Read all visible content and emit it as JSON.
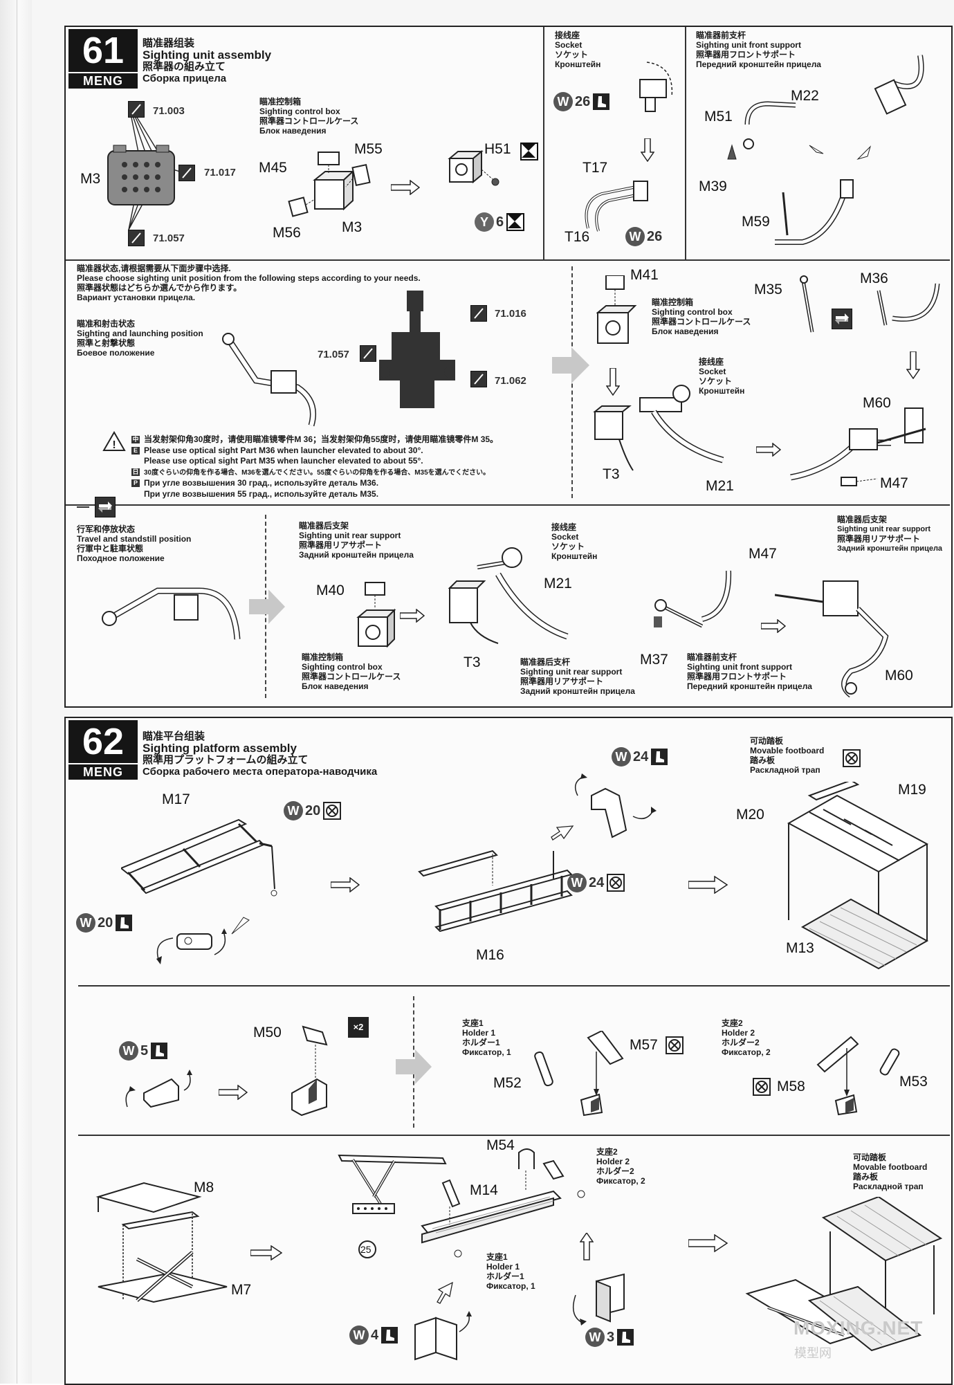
{
  "brand": "MENG",
  "steps": {
    "s61": {
      "number": "61",
      "title_zh": "瞄准器组装",
      "title_en": "Sighting unit assembly",
      "title_ja": "照準器の組み立て",
      "title_ru": "Сборка прицела",
      "refs": {
        "r1": "71.003",
        "r2": "71.017",
        "r3": "71.057"
      },
      "control_box": {
        "zh": "瞄准控制箱",
        "en": "Sighting control box",
        "ja": "照準器コントロールケース",
        "ru": "Блок наведения"
      },
      "socket": {
        "zh": "接线座",
        "en": "Socket",
        "ja": "ソケット",
        "ru": "Кронштейн"
      },
      "front_support": {
        "zh": "瞄准器前支杆",
        "en": "Sighting unit front support",
        "ja": "照準器用フロントサポート",
        "ru": "Передний кронштейн прицела"
      },
      "parts": {
        "m3": "M3",
        "m45": "M45",
        "m55": "M55",
        "m56": "M56",
        "m3b": "M3",
        "h51": "H51",
        "t17": "T17",
        "t16": "T16",
        "m51": "M51",
        "m22": "M22",
        "m39": "M39",
        "m59": "M59"
      },
      "glue": {
        "w26a": "26",
        "w26b": "26",
        "y6": "6"
      },
      "choose": {
        "zh": "瞄准器状态,请根据需要从下面步骤中选择.",
        "en": "Please choose  sighting unit position from the following steps according to your needs.",
        "ja": "照準器状態はどちらか選んでから作ります。",
        "ru": "Вариант установки прицела."
      },
      "launch": {
        "zh": "瞄准和射击状态",
        "en": "Sighting and launching position",
        "ja": "照準と射撃状態",
        "ru": "Боевое положение"
      },
      "refs2": {
        "a": "71.016",
        "b": "71.057",
        "c": "71.062"
      },
      "parts2": {
        "m41": "M41",
        "m35": "M35",
        "m36": "M36",
        "t3": "T3",
        "m21": "M21",
        "m60": "M60",
        "m47": "M47"
      },
      "control_box2": {
        "zh": "瞄准控制箱",
        "en": "Sighting control box",
        "ja": "照準器コントロールケース",
        "ru": "Блок наведения"
      },
      "socket2": {
        "zh": "接线座",
        "en": "Socket",
        "ja": "ソケット",
        "ru": "Кронштейн"
      },
      "warning": {
        "zh": "当发射架仰角30度时，请使用瞄准镜零件M 36；当发射架仰角55度时，请使用瞄准镜零件M 35。",
        "en1": "Please use optical sight Part M36 when launcher elevated to about 30°.",
        "en2": "Please use optical sight Part M35 when launcher elevated to about 55°.",
        "ja": "30度ぐらいの仰角を作る場合、M36を選んでください。55度ぐらいの仰角を作る場合、M35を選んでください。",
        "ru1": "При угле возвышения 30 град., используйте деталь M36.",
        "ru2": "При угле возвышения 55 град., используйте деталь M35."
      },
      "travel": {
        "zh": "行军和停放状态",
        "en": "Travel and standstill position",
        "ja": "行軍中と駐車状態",
        "ru": "Походное положение"
      },
      "rear_support": {
        "zh": "瞄准器后支架",
        "en": "Sighting unit rear support",
        "ja": "照準器用リアサポート",
        "ru": "Задний кронштейн прицела"
      },
      "socket3": {
        "zh": "接线座",
        "en": "Socket",
        "ja": "ソケット",
        "ru": "Кронштейн"
      },
      "control_box3": {
        "zh": "瞄准控制箱",
        "en": "Sighting control box",
        "ja": "照準器コントロールケース",
        "ru": "Блок наведения"
      },
      "rear_strut": {
        "zh": "瞄准器后支杆",
        "en": "Sighting unit rear support",
        "ja": "照準器用リアサポート",
        "ru": "Задний кронштейн прицела"
      },
      "front_support2": {
        "zh": "瞄准器前支杆",
        "en": "Sighting unit front support",
        "ja": "照準器用フロントサポート",
        "ru": "Передний кронштейн прицела"
      },
      "rear_support2": {
        "zh": "瞄准器后支架",
        "en": "Sighting unit rear support",
        "ja": "照準器用リアサポート",
        "ru": "Задний кронштейн прицела"
      },
      "parts3": {
        "m40": "M40",
        "t3": "T3",
        "m21": "M21",
        "m47": "M47",
        "m37": "M37",
        "m60": "M60"
      }
    },
    "s62": {
      "number": "62",
      "title_zh": "瞄准平台组装",
      "title_en": "Sighting platform assembly",
      "title_ja": "照準用プラットフォームの組み立て",
      "title_ru": "Сборка рабочего места оператора-наводчика",
      "footboard": {
        "zh": "可动踏板",
        "en": "Movable footboard",
        "ja": "踏み板",
        "ru": "Раскладной трап"
      },
      "parts": {
        "m17": "M17",
        "m16": "M16",
        "m20": "M20",
        "m19": "M19",
        "m13": "M13"
      },
      "glue": {
        "w20a": "20",
        "w20b": "20",
        "w24a": "24",
        "w24b": "24",
        "w5": "5",
        "w4": "4",
        "w3": "3"
      },
      "parts2": {
        "m50": "M50",
        "m52": "M52",
        "m57": "M57",
        "m58": "M58",
        "m53": "M53"
      },
      "x2": "×2",
      "holder1": {
        "zh": "支座1",
        "en": "Holder 1",
        "ja": "ホルダー1",
        "ru": "Фиксатор, 1"
      },
      "holder2": {
        "zh": "支座2",
        "en": "Holder 2",
        "ja": "ホルダー2",
        "ru": "Фиксатор, 2"
      },
      "parts3": {
        "m8": "M8",
        "m7": "M7",
        "m54": "M54",
        "m14": "M14",
        "n25": "25"
      },
      "holder2b": {
        "zh": "支座2",
        "en": "Holder 2",
        "ja": "ホルダー2",
        "ru": "Фиксатор, 2"
      },
      "holder1b": {
        "zh": "支座1",
        "en": "Holder 1",
        "ja": "ホルダー1",
        "ru": "Фиксатор, 1"
      },
      "footboard2": {
        "zh": "可动踏板",
        "en": "Movable footboard",
        "ja": "踏み板",
        "ru": "Раскладной трап"
      }
    }
  },
  "watermark": {
    "main": "MOXING.NET",
    "sub": "模型网"
  }
}
